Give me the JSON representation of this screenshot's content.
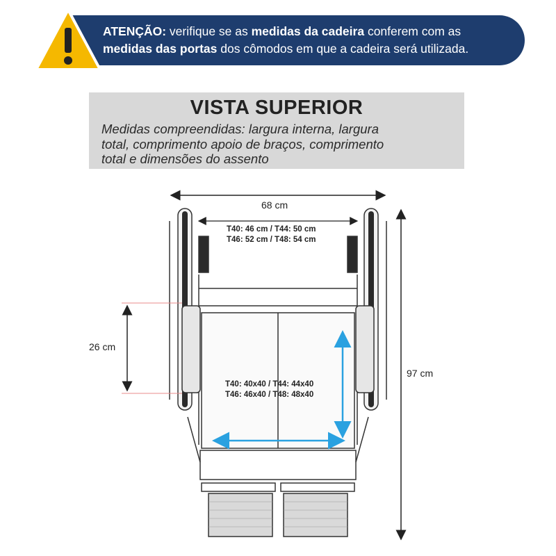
{
  "warning": {
    "icon": "warning-triangle-icon",
    "part1_bold": "ATENÇÃO:",
    "part2": " verifique se as ",
    "part3_bold": "medidas da cadeira",
    "part4": " conferem com as",
    "part5_bold": "medidas das portas",
    "part6": " dos cômodos em que a cadeira será utilizada.",
    "bg_color": "#1e3d6e",
    "icon_color": "#f5b800"
  },
  "panel": {
    "title": "VISTA SUPERIOR",
    "description_line1": "Medidas compreendidas: largura interna, largura",
    "description_line2": "total, comprimento apoio de braços, comprimento",
    "description_line3": "total e dimensões do assento"
  },
  "dimensions": {
    "total_width": "68 cm",
    "internal_width_line1": "T40: 46 cm / T44: 50 cm",
    "internal_width_line2": "T46: 52 cm / T48: 54 cm",
    "armrest_length": "26 cm",
    "total_length": "97 cm",
    "seat_line1": "T40: 40x40 / T44: 44x40",
    "seat_line2": "T46: 46x40 / T48: 48x40",
    "seat_arrow_color": "#2aa1e0"
  }
}
